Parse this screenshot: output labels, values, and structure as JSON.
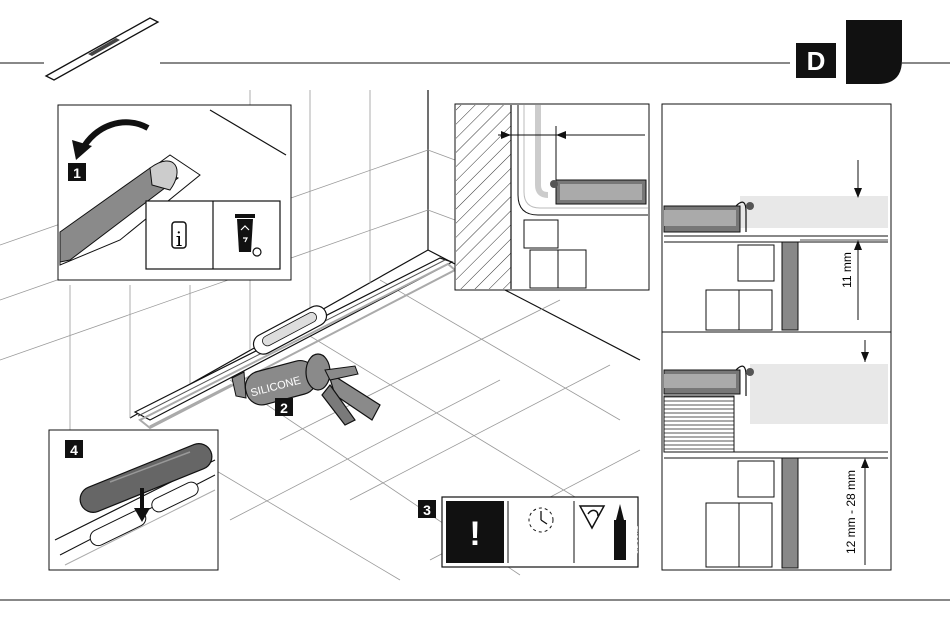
{
  "header": {
    "language_code": "D"
  },
  "steps": {
    "step1": "1",
    "step2": "2",
    "step3": "3",
    "step4": "4"
  },
  "product": {
    "cartridge_label": "SILICONE",
    "tube_label": "SILICONE"
  },
  "dimensions": {
    "gap_upper": "11 mm",
    "gap_lower": "12 mm - 28 mm"
  },
  "icons": {
    "info": "i",
    "warning": "!"
  },
  "colors": {
    "line": "#111111",
    "profile_gray": "#8a8a8a",
    "profile_dark": "#555555",
    "panel_light": "#e8e8e8"
  }
}
